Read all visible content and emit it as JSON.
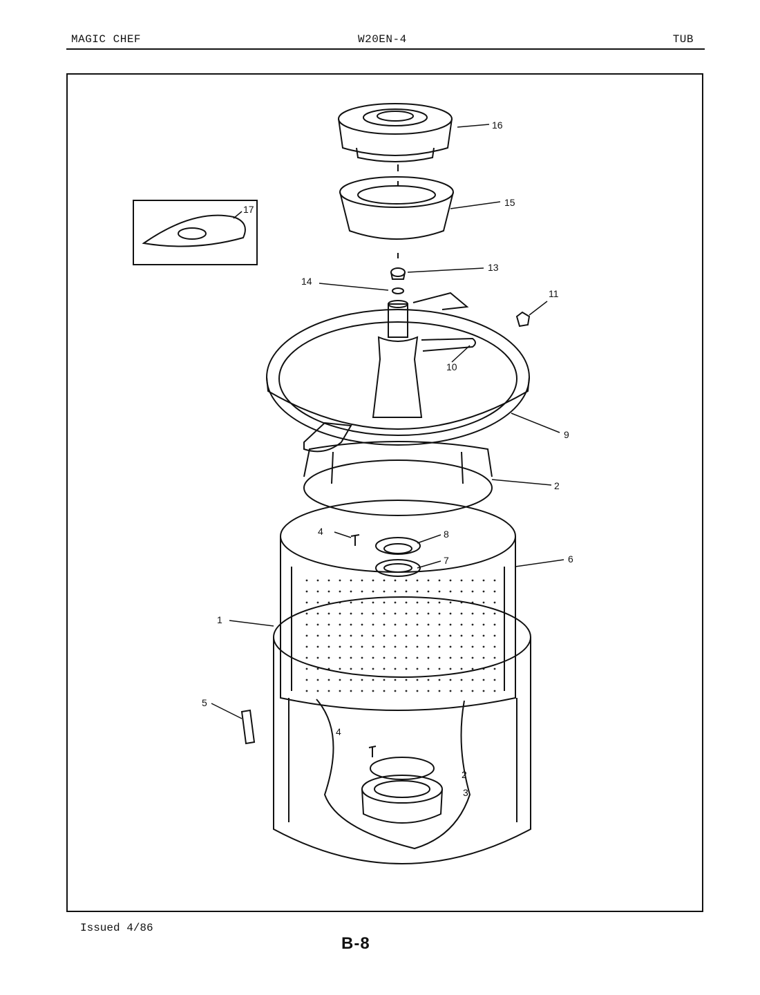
{
  "header": {
    "brand": "MAGIC CHEF",
    "model": "W20EN-4",
    "section": "TUB"
  },
  "footer": {
    "issued": "Issued 4/86",
    "page": "B-8"
  },
  "callouts": {
    "c1": "1",
    "c2": "2",
    "c2b": "2",
    "c3": "3",
    "c4": "4",
    "c4b": "4",
    "c5": "5",
    "c6": "6",
    "c7": "7",
    "c8": "8",
    "c9": "9",
    "c10": "10",
    "c11": "11",
    "c13": "13",
    "c14": "14",
    "c15": "15",
    "c16": "16",
    "c17": "17"
  },
  "colors": {
    "ink": "#111111",
    "paper": "#ffffff"
  }
}
